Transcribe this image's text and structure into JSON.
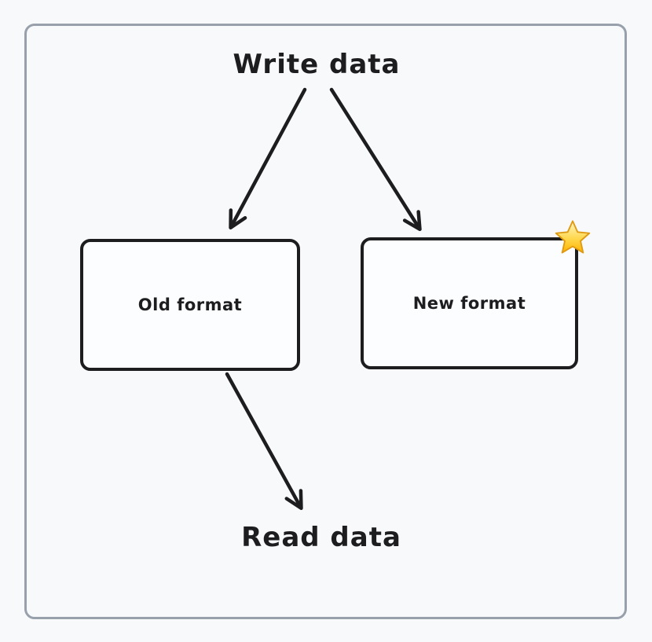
{
  "diagram": {
    "title_top": "Write data",
    "title_bottom": "Read data",
    "nodes": {
      "old": {
        "label": "Old format"
      },
      "new": {
        "label": "New format",
        "badge": "star-icon"
      }
    },
    "edges": [
      {
        "from": "Write data",
        "to": "Old format"
      },
      {
        "from": "Write data",
        "to": "New format"
      },
      {
        "from": "Old format",
        "to": "Read data"
      }
    ],
    "colors": {
      "ink": "#1d1d20",
      "frame_border": "#98a0ab",
      "background": "#f8f9fb",
      "star_fill_top": "#ffe9a0",
      "star_fill_bottom": "#ffb300",
      "star_stroke": "#e09a12"
    }
  }
}
